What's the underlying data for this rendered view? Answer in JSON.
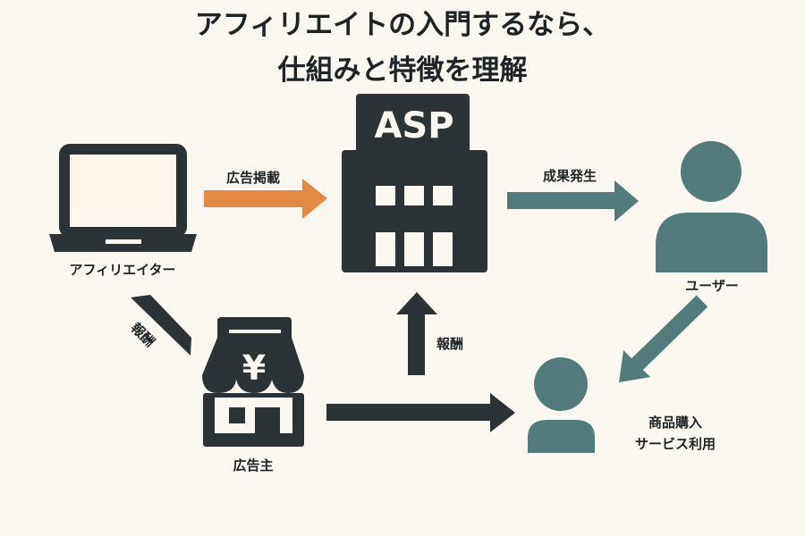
{
  "title": {
    "line1": "アフィリエイトの入門するなら、",
    "line2": "仕組みと特徴を理解"
  },
  "nodes": {
    "affiliator": "アフィリエイター",
    "asp": "ASP",
    "user": "ユーザー",
    "advertiser": "広告主",
    "yen_symbol": "¥"
  },
  "edges": {
    "ad_placement": "広告掲載",
    "conversion": "成果発生",
    "reward_up": "報酬",
    "reward_diag": "報酬",
    "purchase_line1": "商品購入",
    "purchase_line2": "サービス利用"
  },
  "colors": {
    "background": "#faf7f0",
    "dark": "#2c3337",
    "teal": "#527b7b",
    "orange": "#e38b45"
  }
}
